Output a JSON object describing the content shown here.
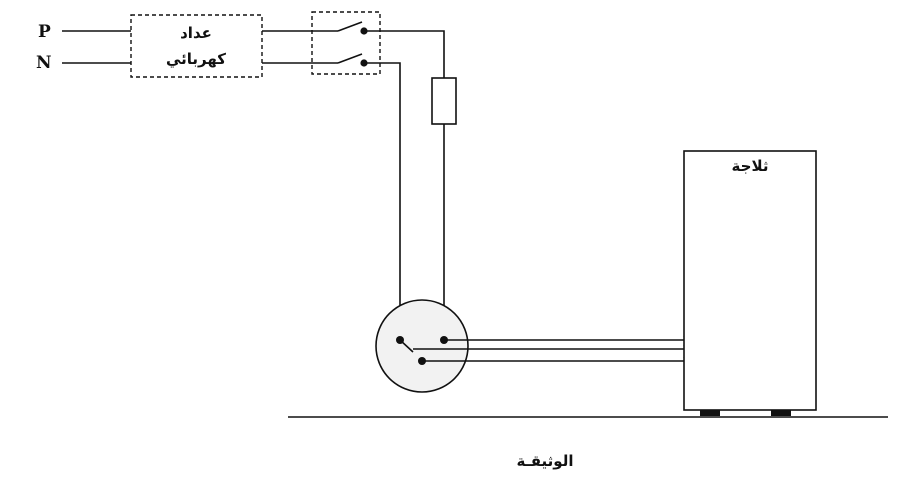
{
  "labels": {
    "phase": "P",
    "neutral": "N",
    "meter_line1": "عداد",
    "meter_line2": "كهربائي",
    "fridge": "ثلاجة",
    "caption": "الوثيقـة"
  },
  "colors": {
    "ink": "#111111",
    "background": "#ffffff",
    "outlet_fill": "#f2f2f2"
  }
}
